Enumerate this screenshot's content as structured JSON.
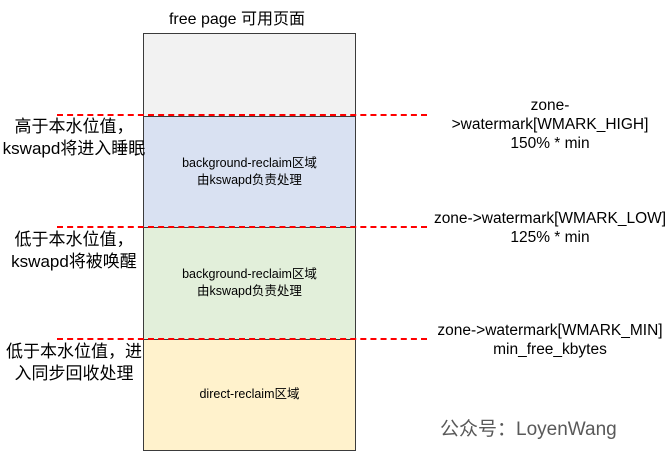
{
  "title": "free page 可用页面",
  "stack": {
    "sections": [
      {
        "name": "free-page",
        "lines": [
          "",
          ""
        ]
      },
      {
        "name": "background-reclaim-high",
        "lines": [
          "background-reclaim区域",
          "由kswapd负责处理"
        ]
      },
      {
        "name": "background-reclaim-low",
        "lines": [
          "background-reclaim区域",
          "由kswapd负责处理"
        ]
      },
      {
        "name": "direct-reclaim",
        "lines": [
          "direct-reclaim区域"
        ]
      }
    ]
  },
  "watermarks": [
    {
      "label": "zone->watermark[WMARK_HIGH]",
      "value": "150% * min"
    },
    {
      "label": "zone->watermark[WMARK_LOW]",
      "value": "125% * min"
    },
    {
      "label": "zone->watermark[WMARK_MIN]",
      "value": "min_free_kbytes"
    }
  ],
  "left_notes": [
    {
      "lines": [
        "高于本水位值，",
        "kswapd将进入睡眠"
      ]
    },
    {
      "lines": [
        "低于本水位值，",
        "kswapd将被唤醒"
      ]
    },
    {
      "lines": [
        "低于本水位值，进",
        "入同步回收处理"
      ]
    }
  ],
  "footer": "公众号：LoyenWang",
  "colors": {
    "free_section": "#f2f2f2",
    "background_reclaim_high_section": "#d9e1f2",
    "background_reclaim_low_section": "#e2efda",
    "direct_reclaim_section": "#fff2cc",
    "watermark_line": "#ff0000",
    "box_border": "#3b3b3b",
    "footer_text": "#595959"
  }
}
